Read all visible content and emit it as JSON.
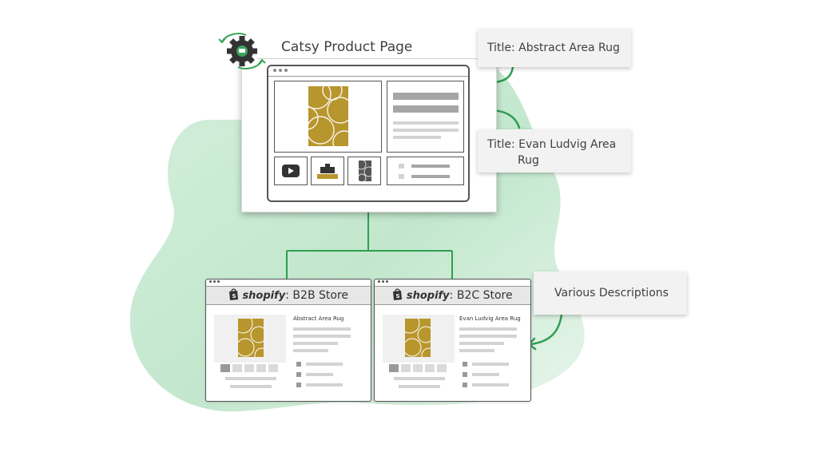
{
  "main_page": {
    "title": "Catsy Product Page",
    "sync_icon": "gear-sync-icon"
  },
  "callouts": {
    "title_1": "Title: Abstract Area Rug",
    "title_2_line1": "Title: Evan Ludvig Area",
    "title_2_line2": "Rug",
    "descriptions": "Various Descriptions"
  },
  "stores": [
    {
      "brand": "shopify",
      "suffix": ": B2B Store",
      "product_title": "Abstract Area Rug"
    },
    {
      "brand": "shopify",
      "suffix": ": B2C Store",
      "product_title": "Evan Ludvig Area Rug"
    }
  ],
  "colors": {
    "accent_green": "#3aa55a",
    "blob_green": "#b9e2c5",
    "rug_gold": "#b8962e",
    "connector": "#2f9e52"
  }
}
